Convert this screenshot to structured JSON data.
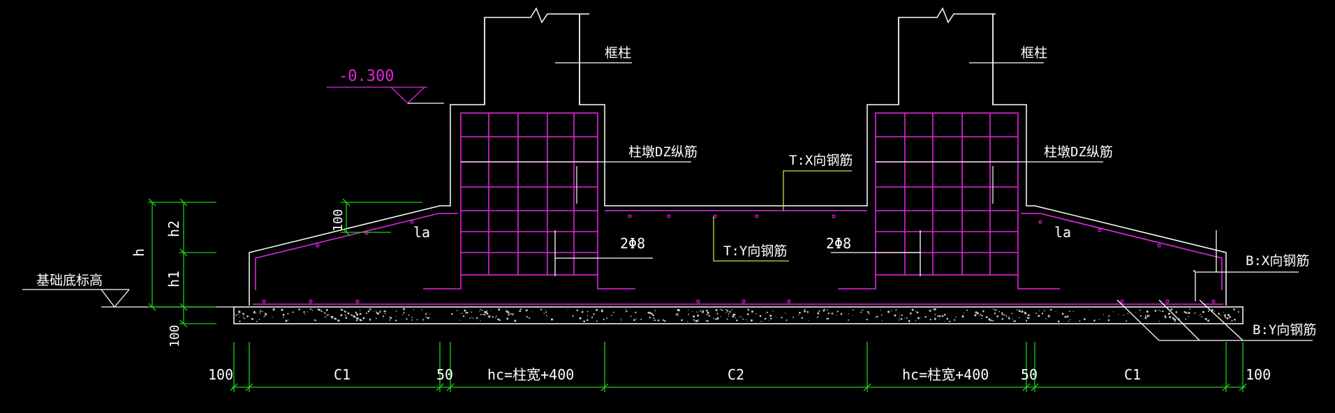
{
  "colors": {
    "background": "#000000",
    "outline": "#ffffff",
    "rebar": "#e026e0",
    "dimension": "#18d018",
    "leader_yellow": "#d8d84a"
  },
  "labels": {
    "column_left": "框柱",
    "column_right": "框柱",
    "elevation_value": "-0.300",
    "pier_left": "柱墩DZ纵筋",
    "pier_right": "柱墩DZ纵筋",
    "top_x": "T:X向钢筋",
    "top_y": "T:Y向钢筋",
    "bar_left": "2Φ8",
    "bar_right": "2Φ8",
    "la_left": "la",
    "la_right": "la",
    "bottom_x": "B:X向钢筋",
    "bottom_y": "B:Y向钢筋",
    "base_elev": "基础底标高"
  },
  "dimensions": {
    "h": "h",
    "h1": "h1",
    "h2": "h2",
    "cover": "100",
    "slope": "100",
    "d100_left": "100",
    "c1_left": "C1",
    "d50_left": "50",
    "hc_left": "hc=柱宽+400",
    "c2": "C2",
    "hc_right": "hc=柱宽+400",
    "d50_right": "50",
    "c1_right": "C1",
    "d100_right": "100"
  }
}
